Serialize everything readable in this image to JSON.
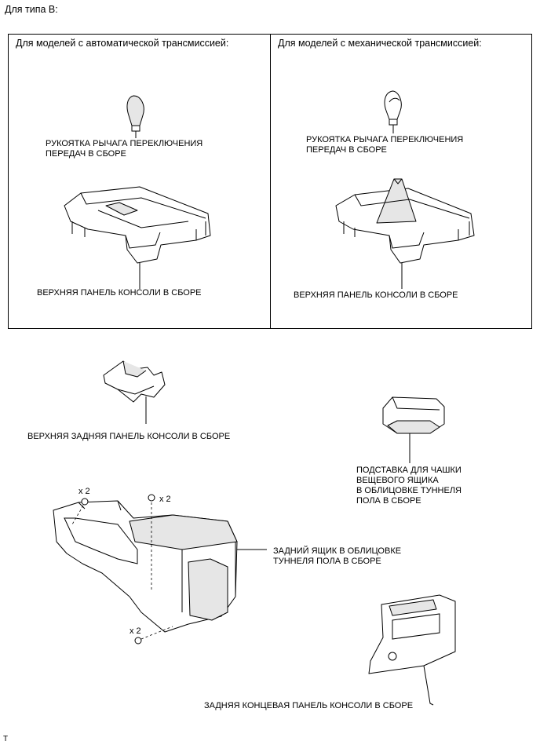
{
  "page_title": "Для типа B:",
  "panels": {
    "left_header": "Для моделей с автоматической трансмиссией:",
    "right_header": "Для моделей с механической трансмиссией:",
    "left_knob_label_1": "РУКОЯТКА РЫЧАГА ПЕРЕКЛЮЧЕНИЯ",
    "left_knob_label_2": "ПЕРЕДАЧ В СБОРЕ",
    "left_panel_label": "ВЕРХНЯЯ ПАНЕЛЬ КОНСОЛИ В СБОРЕ",
    "right_knob_label_1": "РУКОЯТКА РЫЧАГА ПЕРЕКЛЮЧЕНИЯ",
    "right_knob_label_2": "ПЕРЕДАЧ В СБОРЕ",
    "right_panel_label": "ВЕРХНЯЯ ПАНЕЛЬ КОНСОЛИ В СБОРЕ"
  },
  "parts": {
    "upper_rear_panel": "ВЕРХНЯЯ ЗАДНЯЯ ПАНЕЛЬ КОНСОЛИ В СБОРЕ",
    "cup_holder_1": "ПОДСТАВКА ДЛЯ ЧАШКИ",
    "cup_holder_2": "ВЕЩЕВОГО ЯЩИКА",
    "cup_holder_3": "В ОБЛИЦОВКЕ ТУННЕЛЯ",
    "cup_holder_4": "ПОЛА В СБОРЕ",
    "rear_box_1": "ЗАДНИЙ ЯЩИК В ОБЛИЦОВКЕ",
    "rear_box_2": "ТУННЕЛЯ ПОЛА В СБОРЕ",
    "end_panel": "ЗАДНЯЯ КОНЦЕВАЯ ПАНЕЛЬ КОНСОЛИ В СБОРЕ",
    "qty_top_left": "x 2",
    "qty_top_mid": "x 2",
    "qty_bottom": "x 2"
  },
  "footer_mark": "T"
}
